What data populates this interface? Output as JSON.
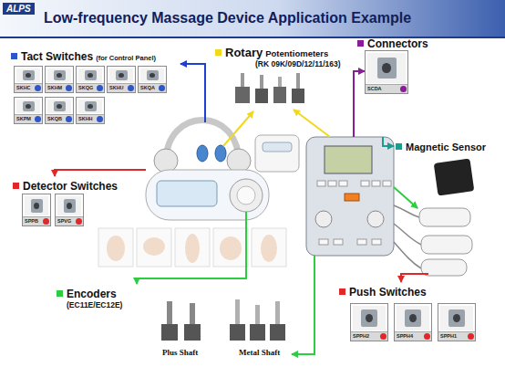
{
  "diagram": {
    "title": "Low-frequency Massage Device Application Example",
    "nodes": [
      {
        "text": [
          "Tact Switches",
          "(for Control Panel)"
        ]
      },
      {
        "text": [
          "SKHC"
        ],
        "in": 0
      },
      {
        "text": [
          "SKHM"
        ],
        "in": 0
      },
      {
        "text": [
          "SKQG"
        ],
        "in": 0
      },
      {
        "text": [
          "SKHU"
        ],
        "in": 0
      },
      {
        "text": [
          "SKQA"
        ],
        "in": 0
      },
      {
        "text": [
          "SKPM"
        ],
        "in": 0
      },
      {
        "text": [
          "SKQB"
        ],
        "in": 0
      },
      {
        "text": [
          "SKHH"
        ],
        "in": 0
      },
      {
        "text": [
          "Rotary",
          "Potentiometers",
          "(RK 09K/09D/12/11/163)"
        ]
      },
      {
        "text": [
          "Connectors"
        ]
      },
      {
        "text": [
          "SCDA"
        ],
        "in": 10
      },
      {
        "text": [
          "Magnetic Sensor"
        ]
      },
      {
        "text": [
          "Detector Switches"
        ]
      },
      {
        "text": [
          "SPPB"
        ],
        "in": 13
      },
      {
        "text": [
          "SPVG"
        ],
        "in": 13
      },
      {
        "text": [
          "Encoders",
          "(EC11E/EC12E)"
        ]
      },
      {
        "text": [
          "Push Switches"
        ]
      },
      {
        "text": [
          "SPPH2"
        ],
        "in": 17
      },
      {
        "text": [
          "SPPH4"
        ],
        "in": 17
      },
      {
        "text": [
          "SPPH1"
        ],
        "in": 17
      }
    ],
    "labels": [
      "ALPS",
      "Plus Shaft",
      "Metal Shaft"
    ]
  }
}
